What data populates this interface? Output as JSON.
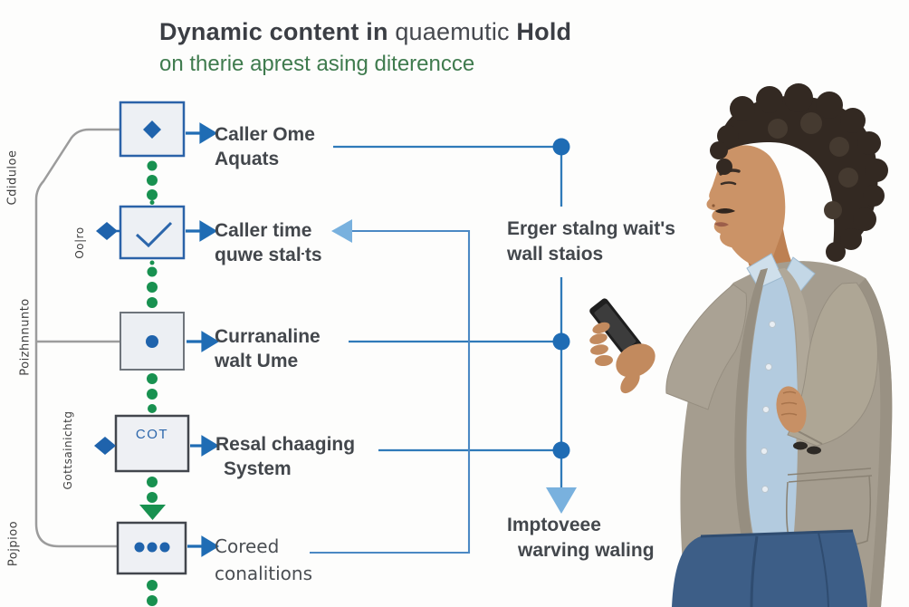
{
  "header": {
    "title_bold_1": "Dynamic content in",
    "title_regular": " quaemutic ",
    "title_bold_2": "Hold",
    "subtitle": "on therie aprest asing diterencce"
  },
  "flow_steps": [
    {
      "icon": "diamond-icon",
      "label_line1": "Caller Ome",
      "label_line2": "Aquats"
    },
    {
      "icon": "check-icon",
      "label_line1": "Caller time",
      "label_line2": "quwe staŀts"
    },
    {
      "icon": "dot-icon",
      "label_line1": "Curranaline",
      "label_line2": "walt Ume"
    },
    {
      "icon": "cot-text-badge",
      "box_text": "COT",
      "label_line1": "Resal chaaging",
      "label_line2": "System"
    },
    {
      "icon": "ellipsis-icon",
      "label_line1": "Coreed",
      "label_line2": "conalitions"
    }
  ],
  "annotations": {
    "queue_status_line1": "Erger stalng wait's",
    "queue_status_line2": "wall staios",
    "outcome_line1": "Imptoveee",
    "outcome_line2": "warving waling"
  },
  "side_labels": [
    "Cdiduloe",
    "Oo|ro",
    "Poizhnnunto",
    "Gottsainichtg",
    "Pojpioo"
  ],
  "colors": {
    "accent_blue": "#1f6cb4",
    "light_blue": "#79b1de",
    "green": "#189150",
    "subtitle_green": "#3f7b4e",
    "text_dark": "#43474c",
    "box_border_blue": "#2a62a8",
    "box_border_gray": "#42464d",
    "box_fill": "#eef0f4",
    "connector_gray": "#9c9c9c"
  }
}
